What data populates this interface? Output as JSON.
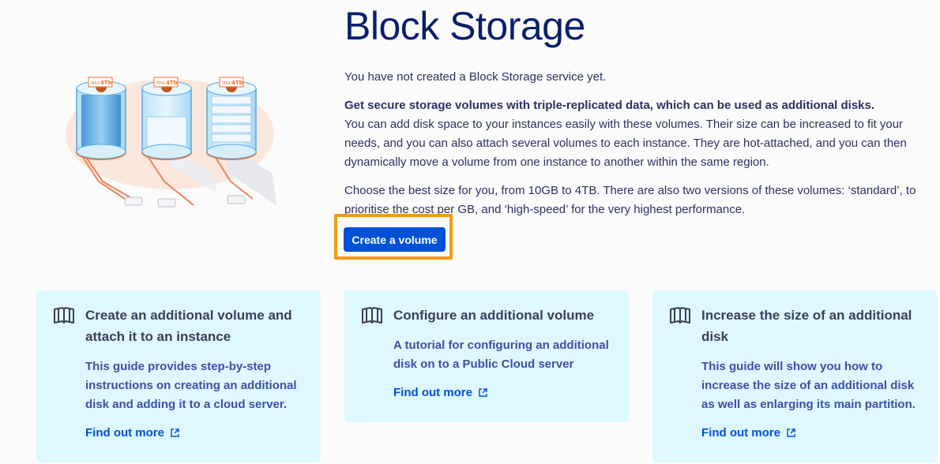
{
  "page": {
    "title": "Block Storage",
    "status_message": "You have not created a Block Storage service yet.",
    "lead": "Get secure storage volumes with triple-replicated data, which can be used as additional disks.",
    "description": "You can add disk space to your instances easily with these volumes. Their size can be increased to fit your needs, and you can also attach several volumes to each instance. They are hot-attached, and you can then dynamically move a volume from one instance to another within the same region.",
    "sizing": "Choose the best size for you, from 10GB to 4TB. There are also two versions of these volumes: ‘standard’, to prioritise the cost per GB, and ‘high-speed’ for the very highest performance.",
    "cta_label": "Create a volume"
  },
  "illustration": {
    "badge_max": "MAX",
    "badge_size": "4Tb"
  },
  "guides": [
    {
      "title": "Create an additional volume and attach it to an instance",
      "description": "This guide provides step-by-step instructions on creating an additional disk and adding it to a cloud server.",
      "link": "Find out more"
    },
    {
      "title": "Configure an additional volume",
      "description": "A tutorial for configuring an additional disk on to a Public Cloud server",
      "link": "Find out more"
    },
    {
      "title": "Increase the size of an additional disk",
      "description": "This guide will show you how to increase the size of an additional disk as well as enlarging its main partition.",
      "link": "Find out more"
    }
  ],
  "colors": {
    "accent": "#0050d7",
    "highlight": "#f59a12",
    "card_bg": "#def8ff",
    "title": "#0a1f6b"
  },
  "icons": {
    "guide": "open-book-icon",
    "external": "external-link-icon"
  }
}
